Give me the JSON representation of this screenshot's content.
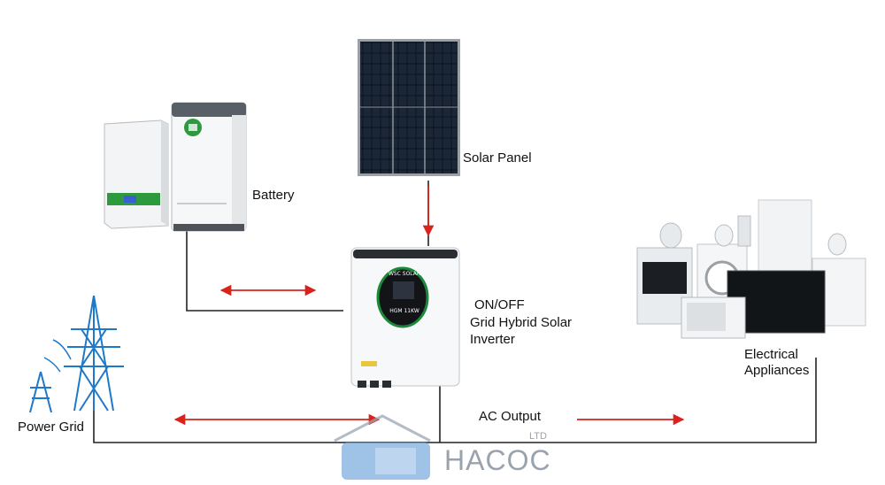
{
  "labels": {
    "solar_panel": "Solar Panel",
    "battery": "Battery",
    "inverter_line1": "ON/OFF",
    "inverter_line2": "Grid Hybrid Solar",
    "inverter_line3": "Inverter",
    "appliances_line1": "Electrical",
    "appliances_line2": "Appliances",
    "power_grid": "Power Grid",
    "ac_output": "AC Output"
  },
  "inverter": {
    "brand": "WSC SOLAR",
    "model": "HGM 11KW"
  },
  "watermark": {
    "name": "HACOC",
    "suffix": "LTD"
  },
  "colors": {
    "arrow": "#d9221c",
    "line": "#222222",
    "inverter_accent": "#1a8a3a",
    "battery_accent": "#2e9a3e",
    "watermark": "#2a6fb8"
  }
}
